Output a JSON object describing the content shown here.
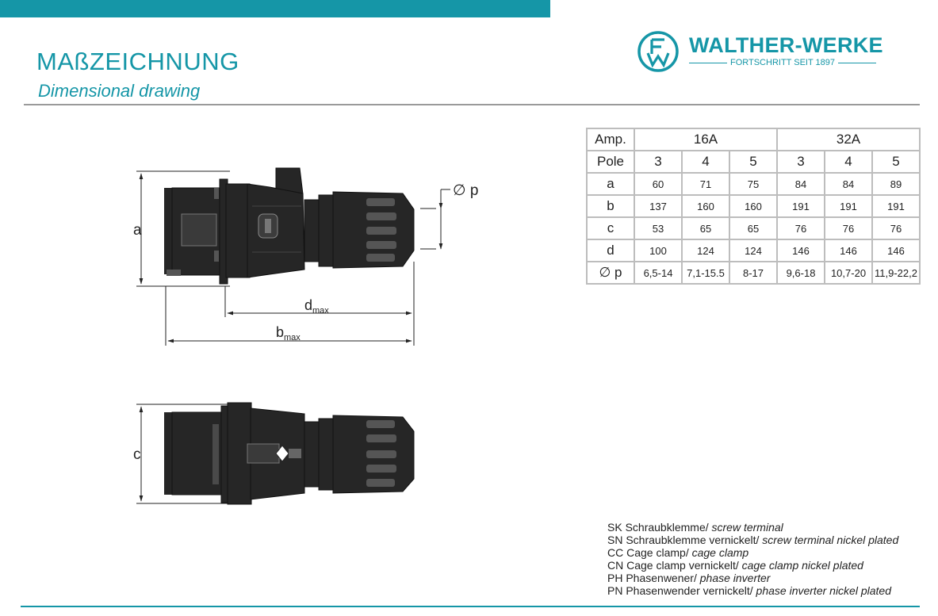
{
  "header": {
    "title_de": "MAßZEICHNUNG",
    "title_en": "Dimensional drawing"
  },
  "logo": {
    "name": "WALTHER-WERKE",
    "tagline": "FORTSCHRITT SEIT 1897",
    "mark_letters": "FW"
  },
  "drawing": {
    "label_a": "a",
    "label_c": "c",
    "label_p": "∅ p",
    "label_d": "d",
    "label_d_sub": "max",
    "label_b": "b",
    "label_b_sub": "max"
  },
  "table": {
    "amp_label": "Amp.",
    "pole_label": "Pole",
    "amp_groups": [
      "16A",
      "32A"
    ],
    "poles": [
      "3",
      "4",
      "5",
      "3",
      "4",
      "5"
    ],
    "rows": [
      {
        "label": "a",
        "values": [
          "60",
          "71",
          "75",
          "84",
          "84",
          "89"
        ]
      },
      {
        "label": "b",
        "values": [
          "137",
          "160",
          "160",
          "191",
          "191",
          "191"
        ]
      },
      {
        "label": "c",
        "values": [
          "53",
          "65",
          "65",
          "76",
          "76",
          "76"
        ]
      },
      {
        "label": "d",
        "values": [
          "100",
          "124",
          "124",
          "146",
          "146",
          "146"
        ]
      },
      {
        "label": "∅ p",
        "values": [
          "6,5-14",
          "7,1-15.5",
          "8-17",
          "9,6-18",
          "10,7-20",
          "11,9-22,2"
        ]
      }
    ]
  },
  "legend": [
    {
      "code": "SK",
      "de": "Schraubklemme/",
      "en": "screw terminal"
    },
    {
      "code": "SN",
      "de": "Schraubklemme vernickelt/",
      "en": "screw terminal nickel plated"
    },
    {
      "code": "CC",
      "de": "Cage clamp/",
      "en": "cage clamp"
    },
    {
      "code": "CN",
      "de": "Cage clamp vernickelt/",
      "en": "cage clamp nickel plated"
    },
    {
      "code": "PH",
      "de": "Phasenwener/",
      "en": "phase inverter"
    },
    {
      "code": "PN",
      "de": "Phasenwender vernickelt/",
      "en": "phase inverter nickel plated"
    }
  ],
  "colors": {
    "brand": "#1596a7",
    "rule": "#9a9a9a",
    "drawing_fill": "#262626"
  }
}
